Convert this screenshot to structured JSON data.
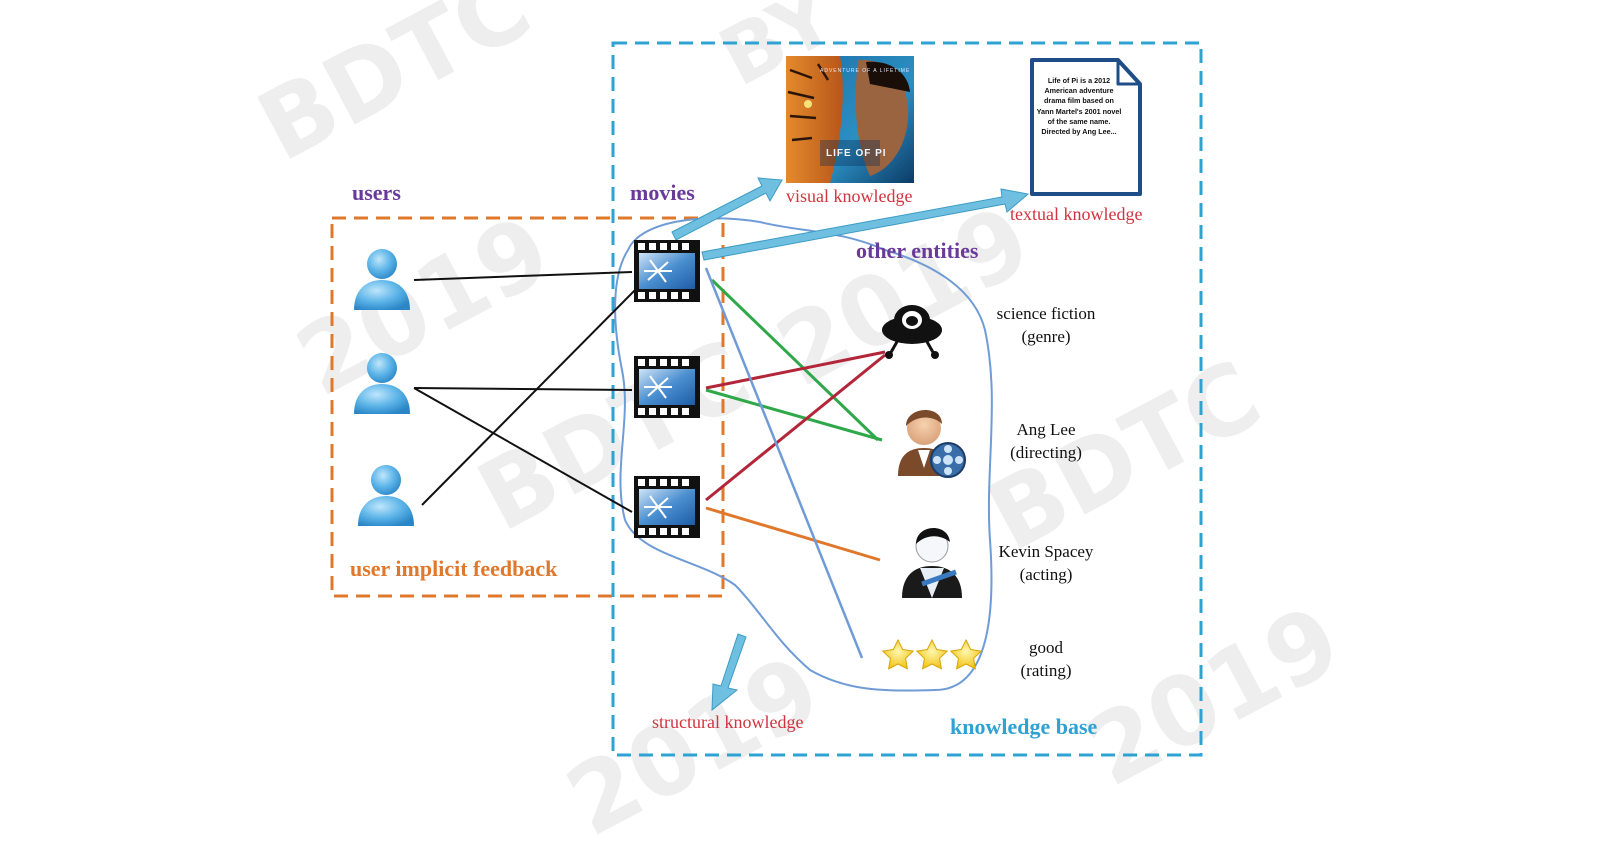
{
  "labels": {
    "users": "users",
    "movies": "movies",
    "other_entities": "other entities",
    "user_implicit_feedback": "user implicit feedback",
    "knowledge_base": "knowledge base",
    "visual_knowledge": "visual knowledge",
    "textual_knowledge": "textual knowledge",
    "structural_knowledge": "structural knowledge"
  },
  "entities": [
    {
      "name": "science fiction",
      "type": "(genre)",
      "icon": "ufo-icon"
    },
    {
      "name": "Ang Lee",
      "type": "(directing)",
      "icon": "director-icon"
    },
    {
      "name": "Kevin Spacey",
      "type": "(acting)",
      "icon": "actor-icon"
    },
    {
      "name": "good",
      "type": "(rating)",
      "icon": "three-stars-icon"
    }
  ],
  "document_text": "Life of Pi is a 2012 American adventure drama film based on Yann Martel's 2001 novel of the same name. Directed by Ang Lee...",
  "poster": {
    "title": "LIFE OF PI",
    "tagline": "ADVENTURE OF A LIFETIME"
  },
  "watermark": [
    "BDTC",
    "2019"
  ],
  "colors": {
    "users_box": "#e0782c",
    "knowledge_base_box": "#2fa2d4",
    "entity_boundary": "#6f9bd6",
    "feedback_edge": "#111111",
    "green_edge": "#2fa84a",
    "red_edge": "#b3263a",
    "orange_edge": "#e0782c",
    "blue_edge": "#6f9bd6",
    "arrow": "#6fc0e0"
  }
}
